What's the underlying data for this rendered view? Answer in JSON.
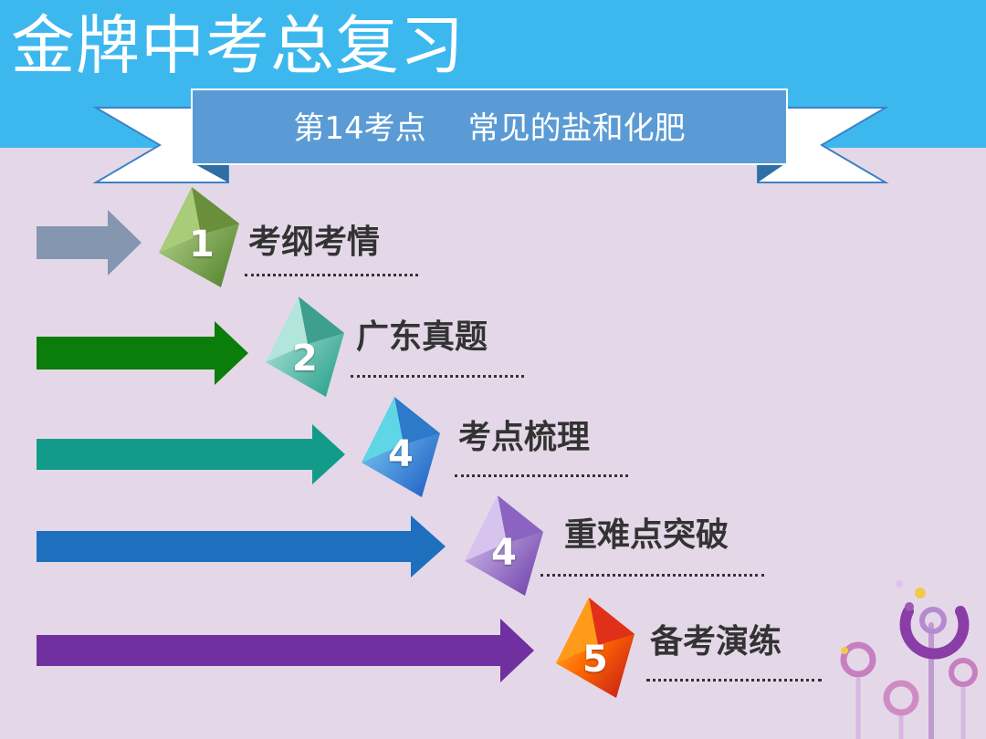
{
  "title": "金牌中考总复习",
  "subtitle": {
    "part1": "第14考点",
    "part2": "常见的盐和化肥"
  },
  "colors": {
    "header": "#3db8ef",
    "background": "#e4d8e8",
    "ribbon": "#5b9bd5"
  },
  "menu": [
    {
      "num": "1",
      "label": "考纲考情",
      "arrow_color": "#8496b0",
      "cube_color": "green"
    },
    {
      "num": "2",
      "label": "广东真题",
      "arrow_color": "#0a7d0a",
      "cube_color": "teal"
    },
    {
      "num": "4",
      "label": "考点梳理",
      "arrow_color": "#139b8a",
      "cube_color": "blue"
    },
    {
      "num": "4",
      "label": "重难点突破",
      "arrow_color": "#1f6fbf",
      "cube_color": "purple"
    },
    {
      "num": "5",
      "label": "备考演练",
      "arrow_color": "#7030a0",
      "cube_color": "orange"
    }
  ]
}
